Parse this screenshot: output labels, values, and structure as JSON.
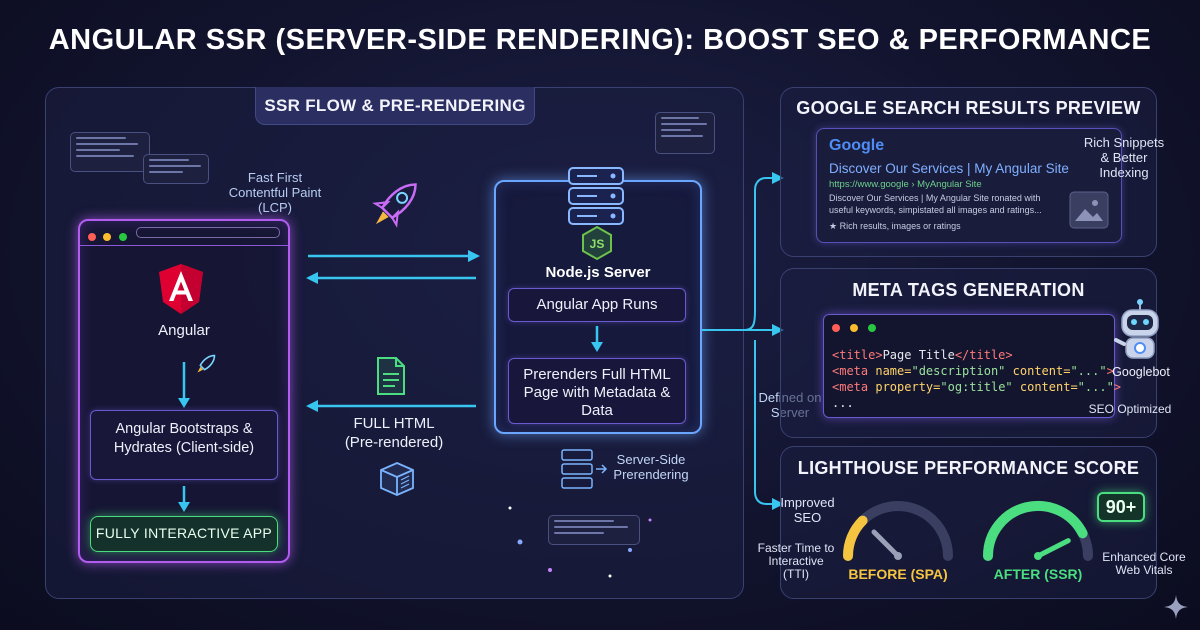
{
  "title": "ANGULAR SSR (SERVER-SIDE RENDERING): BOOST SEO & PERFORMANCE",
  "flow": {
    "panel_title": "SSR FLOW & PRE-RENDERING",
    "fcp_label": "Fast First Contentful Paint (LCP)",
    "browser": {
      "framework_label": "Angular",
      "bootstrap_label": "Angular Bootstraps & Hydrates (Client-side)",
      "interactive_label": "FULLY INTERACTIVE APP"
    },
    "server": {
      "js_badge": "JS",
      "server_label": "Node.js Server",
      "app_runs_label": "Angular App Runs",
      "prerender_label": "Prerenders Full HTML Page with Metadata & Data"
    },
    "full_html_label": "FULL HTML (Pre-rendered)",
    "ssp_label": "Server-Side Prerendering",
    "defined_on_server_label": "Defined on Server"
  },
  "search_preview": {
    "panel_title": "GOOGLE SEARCH RESULTS PREVIEW",
    "brand": "Google",
    "result_title": "Discover Our Services | My Angular Site",
    "result_url": "https://www.google › MyAngular Site",
    "result_desc": "Discover Our Services | My Angular Site ronated with useful keywords, simpistated all images and ratings...",
    "result_rich": "★ Rich results, images or ratings",
    "side_label": "Rich Snippets & Better Indexing"
  },
  "meta_tags": {
    "panel_title": "META TAGS GENERATION",
    "code_lines": [
      {
        "open": "<title>",
        "text": "Page Title",
        "close": "</title>"
      },
      {
        "tag": "<meta",
        "attr": "name=",
        "val": "\"description\"",
        "attr2": "content=",
        "val2": "\"...\"",
        "end": ">"
      },
      {
        "tag": "<meta",
        "attr": "property=",
        "val": "\"og:title\"",
        "attr2": "content=",
        "val2": "\"...\"",
        "end": ">"
      },
      {
        "plain": "..."
      }
    ],
    "bot_label": "Googlebot",
    "seo_label": "SEO Optimized"
  },
  "lighthouse": {
    "panel_title": "LIGHTHOUSE PERFORMANCE SCORE",
    "improved_seo_label": "Improved SEO",
    "tti_label": "Faster Time to Interactive (TTI)",
    "before_label": "BEFORE (SPA)",
    "after_label": "AFTER (SSR)",
    "score_badge": "90+",
    "vitals_label": "Enhanced Core Web Vitals",
    "before_fraction": 0.25,
    "after_fraction": 0.85
  },
  "colors": {
    "accent_purple": "#b35cf0",
    "accent_blue": "#6aa6ff",
    "arrow_cyan": "#38c6f0",
    "good_green": "#4ade80",
    "bad_yellow": "#f5c542",
    "angular_red": "#dd0031"
  },
  "icons": [
    "angular-logo-icon",
    "rocket-icon",
    "server-icon",
    "nodejs-icon",
    "document-icon",
    "package-icon",
    "image-placeholder-icon",
    "robot-icon",
    "sparkle-icon"
  ]
}
